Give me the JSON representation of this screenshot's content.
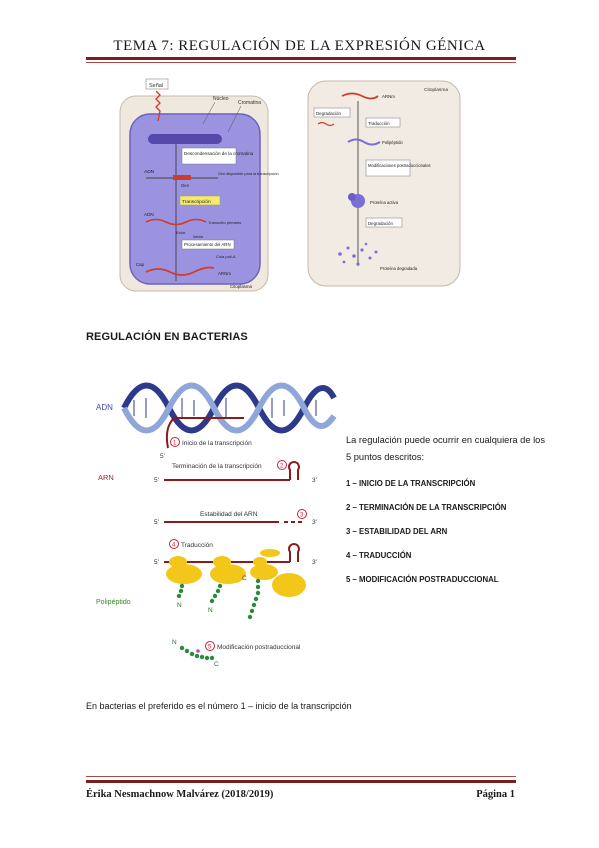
{
  "header": {
    "title": "TEMA 7: REGULACIÓN DE LA EXPRESIÓN GÉNICA"
  },
  "figure_top": {
    "nucleus_panel": {
      "signal": "Señal",
      "nucleus": "Núcleo",
      "chromatin": "Cromatina",
      "decondensation": "Descondensación de la cromatina",
      "dna": "ADN",
      "gene_available": "Gen disponible para la transcripción",
      "gene": "Gen",
      "transcription": "Transcripción",
      "dna2": "ADN",
      "primary_transcript": "Transcrito primario",
      "exon": "Exón",
      "intron": "Intrón",
      "processing": "Procesamiento del ARN",
      "poly_a_tail": "Cola poli-A",
      "cap": "Cap",
      "mrna": "ARNm",
      "cytoplasm": "Citoplasma"
    },
    "cytoplasm_panel": {
      "cytoplasm": "Citoplasma",
      "mrna": "ARNm",
      "degradation": "Degradación",
      "translation": "Traducción",
      "polypeptide": "Polipéptido",
      "modifications": "Modificaciones postraduccionales",
      "active_protein": "Proteína activa",
      "degradation2": "Degradación",
      "degraded_protein": "Proteína degradada"
    }
  },
  "section": {
    "heading": "REGULACIÓN EN BACTERIAS"
  },
  "figure_bacteria": {
    "dna": "ADN",
    "rna": "ARN",
    "polypeptide": "Polipéptido",
    "step1": "Inicio de la transcripción",
    "step2": "Terminación de la transcripción",
    "step3": "Estabilidad del ARN",
    "step4": "Traducción",
    "step5": "Modificación postraduccional",
    "five_prime": "5'",
    "three_prime": "3'",
    "n_term": "N",
    "c_term": "C",
    "num1": "1",
    "num2": "2",
    "num3": "3",
    "num4": "4",
    "num5": "5"
  },
  "side_text": {
    "intro": "La regulación puede ocurrir en cualquiera de los 5 puntos descritos:",
    "items": [
      "1 – INICIO DE LA TRANSCRIPCIÓN",
      "2 – TERMINACIÓN DE LA TRANSCRIPCIÓN",
      "3 – ESTABILIDAD DEL ARN",
      "4 – TRADUCCIÓN",
      "5 – MODIFICACIÓN POSTRADUCCIONAL"
    ]
  },
  "footnote": "En bacterias el preferido es el número 1 – inicio de la transcripción",
  "footer": {
    "author": "Érika Nesmachnow Malvárez (2018/2019)",
    "page": "Página 1"
  }
}
